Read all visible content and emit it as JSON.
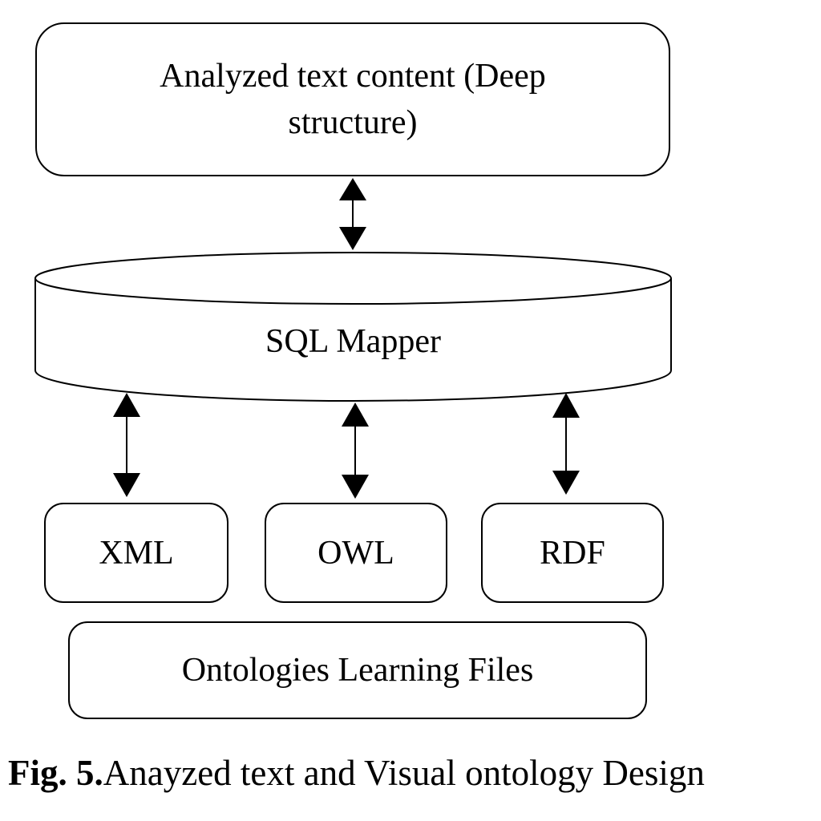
{
  "diagram": {
    "top_box": {
      "line1": "Analyzed text content (Deep",
      "line2": "structure)"
    },
    "mapper": {
      "label": "SQL Mapper"
    },
    "formats": [
      {
        "label": "XML"
      },
      {
        "label": "OWL"
      },
      {
        "label": "RDF"
      }
    ],
    "bottom_box": {
      "label": "Ontologies Learning Files"
    }
  },
  "caption": {
    "number": "Fig. 5.",
    "text": "Anayzed text and Visual ontology Design"
  },
  "colors": {
    "stroke": "#000000",
    "background": "#ffffff"
  }
}
